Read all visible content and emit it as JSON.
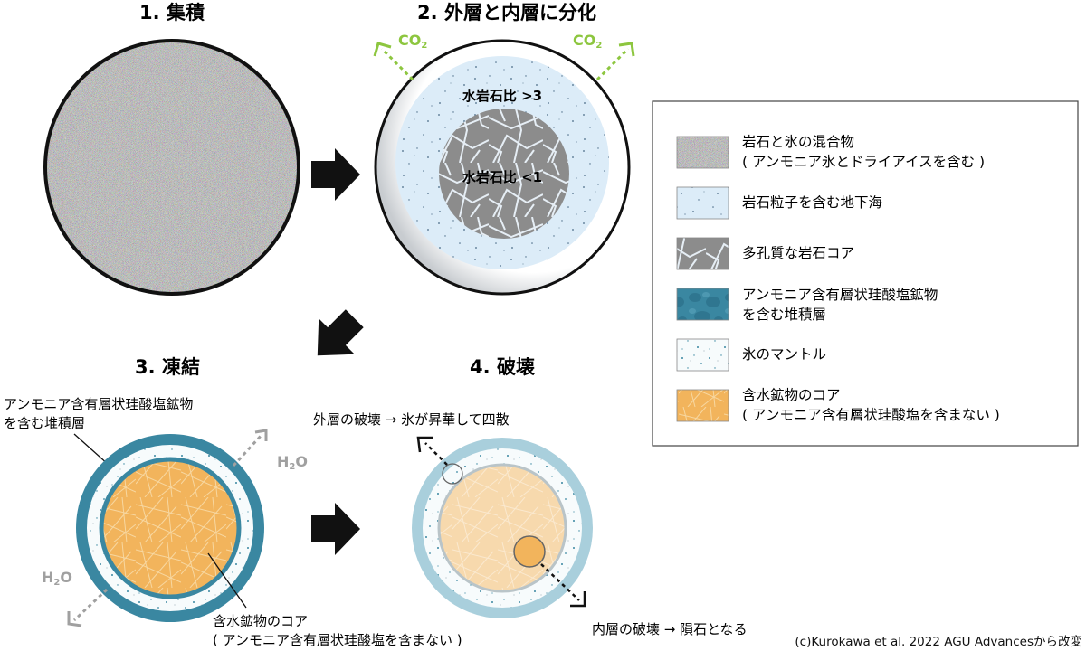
{
  "steps": [
    {
      "title": "1. 集積"
    },
    {
      "title": "2. 外層と内層に分化"
    },
    {
      "title": "3. 凍結"
    },
    {
      "title": "4. 破壊"
    }
  ],
  "step2": {
    "co2": "CO",
    "co2_sub": "2",
    "outer_ratio": "水岩石比 >3",
    "inner_ratio": "水岩石比 <1"
  },
  "step3": {
    "h2o": "H",
    "h2o_sub": "2",
    "h2o_o": "O",
    "sediment_label": [
      "アンモニア含有層状珪酸塩鉱物",
      "を含む堆積層"
    ],
    "core_label": [
      "含水鉱物のコア",
      "( アンモニア含有層状珪酸塩を含まない )"
    ]
  },
  "step4": {
    "outer_break": "外層の破壊 → 氷が昇華して四散",
    "inner_break": "内層の破壊 → 隕石となる"
  },
  "legend": [
    {
      "lines": [
        "岩石と氷の混合物",
        "( アンモニア氷とドライアイスを含む )"
      ],
      "swatch": "mixture"
    },
    {
      "lines": [
        "岩石粒子を含む地下海"
      ],
      "swatch": "ocean"
    },
    {
      "lines": [
        "多孔質な岩石コア"
      ],
      "swatch": "porous"
    },
    {
      "lines": [
        "アンモニア含有層状珪酸塩鉱物",
        "を含む堆積層"
      ],
      "swatch": "sediment"
    },
    {
      "lines": [
        "氷のマントル"
      ],
      "swatch": "mantle"
    },
    {
      "lines": [
        "含水鉱物のコア",
        "( アンモニア含有層状珪酸塩を含まない )"
      ],
      "swatch": "hydrous"
    }
  ],
  "credit": "(c)Kurokawa et al. 2022 AGU Advancesから改変",
  "colors": {
    "co2_green": "#8dc63f",
    "ocean": "#dcecf8",
    "rock_gray": "#8c8c8c",
    "sediment_teal": "#3a87a1",
    "core_orange": "#f2b45c",
    "core_pale": "#f7d9ad",
    "ring_pale": "#a9cfdc",
    "arrow_gray": "#a0a0a0"
  }
}
